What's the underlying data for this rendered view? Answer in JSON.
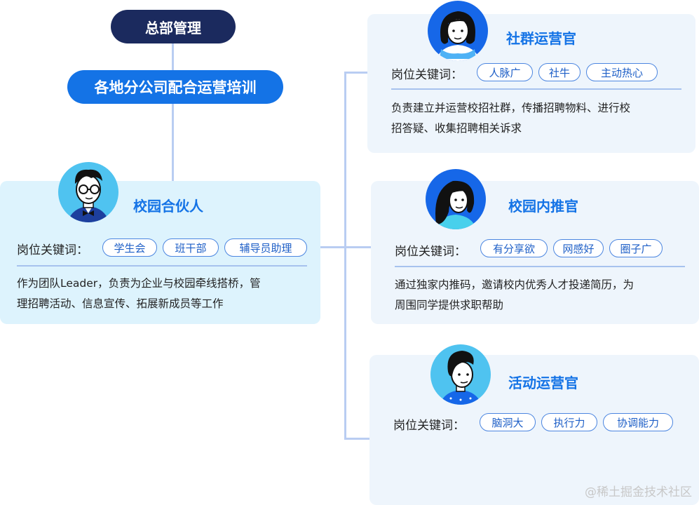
{
  "hq": {
    "label": "总部管理"
  },
  "training": {
    "label": "各地分公司配合运营培训"
  },
  "keyword_label": "岗位关键词：",
  "partner": {
    "title": "校园合伙人",
    "tags": [
      "学生会",
      "班干部",
      "辅导员助理"
    ],
    "desc_lines": [
      "作为团队Leader，负责为企业与校园牵线搭桥，管",
      "理招聘活动、信息宣传、拓展新成员等工作"
    ]
  },
  "roles": [
    {
      "title": "社群运营官",
      "tags": [
        "人脉广",
        "社牛",
        "主动热心"
      ],
      "desc_lines": [
        "负责建立并运营校招社群，传播招聘物料、进行校",
        "招答疑、收集招聘相关诉求"
      ]
    },
    {
      "title": "校园内推官",
      "tags": [
        "有分享欲",
        "网感好",
        "圈子广"
      ],
      "desc_lines": [
        "通过独家内推码，邀请校内优秀人才投递简历，为",
        "周围同学提供求职帮助"
      ]
    },
    {
      "title": "活动运营官",
      "tags": [
        "脑洞大",
        "执行力",
        "协调能力"
      ],
      "desc_lines": []
    }
  ],
  "watermark": "@稀土掘金技术社区",
  "colors": {
    "navy": "#1b2a5e",
    "blue": "#1473e6",
    "line": "#b9cdf2",
    "card_left": "#ddf3fd",
    "card_right": "#eef5fc"
  },
  "icons": [
    "avatar-glasses-bowtie-icon",
    "avatar-woman-icon",
    "avatar-woman-long-hair-icon",
    "avatar-man-hair-icon"
  ]
}
